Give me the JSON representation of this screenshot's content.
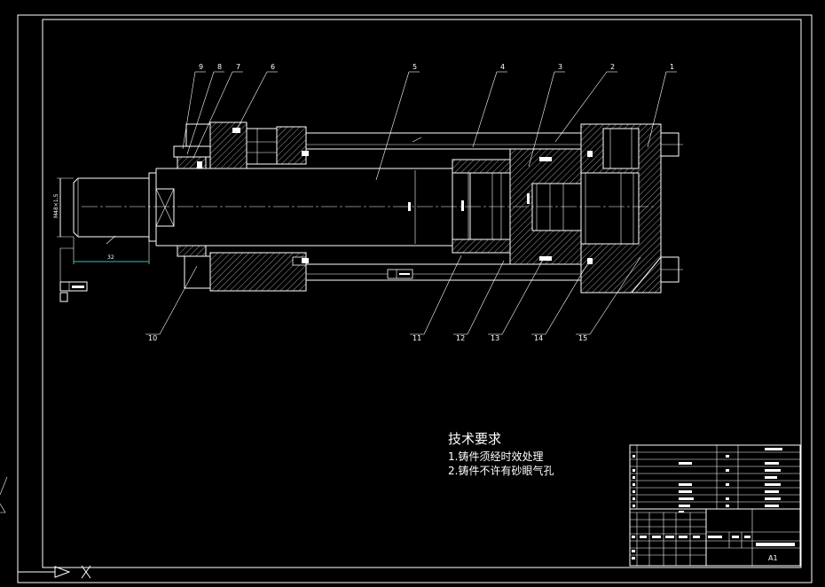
{
  "colors": {
    "background": "#000000",
    "line": "#ffffff",
    "hatch": "#c4c4c4",
    "dimension": "#3fb8b8"
  },
  "callouts": {
    "top": [
      "9",
      "8",
      "7",
      "6",
      "5",
      "4",
      "3",
      "2",
      "1"
    ],
    "bottom": [
      "10",
      "11",
      "12",
      "13",
      "14",
      "15"
    ]
  },
  "dimensions": {
    "thread": "M48×1.5",
    "rod_end_length": "32"
  },
  "technical_requirements": {
    "title": "技术要求",
    "items": [
      "1.铸件须经时效处理",
      "2.铸件不许有砂眼气孔"
    ]
  },
  "title_block": {
    "sheet_size": "A1"
  },
  "icons": {
    "projection_arrow": "arrow-right-icon",
    "cross_mark": "cross-icon"
  }
}
